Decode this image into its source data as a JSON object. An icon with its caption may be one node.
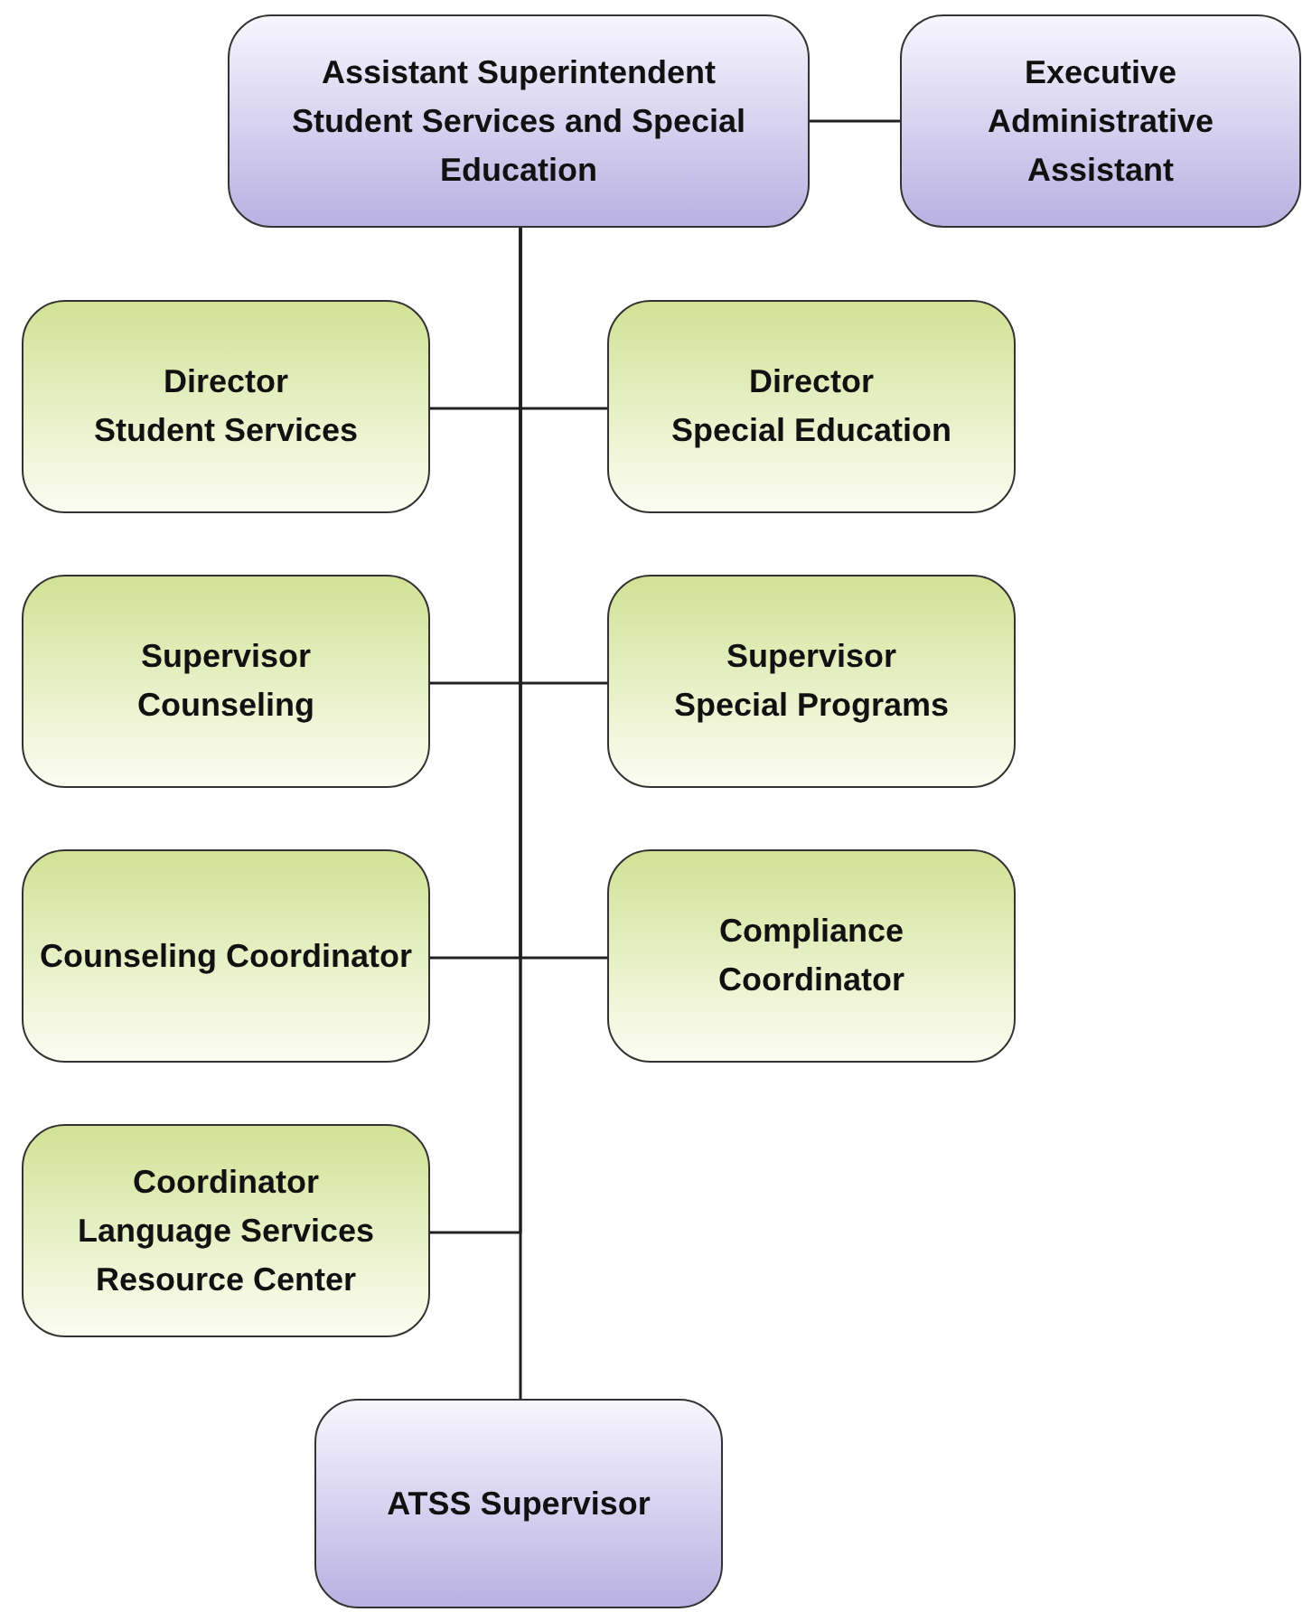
{
  "diagram": {
    "nodes": [
      {
        "text": [
          "Assistant Superintendent",
          "Student Services and Special Education"
        ]
      },
      {
        "text": [
          "Executive Administrative Assistant"
        ]
      },
      {
        "text": [
          "Director",
          "Student Services"
        ]
      },
      {
        "text": [
          "Director",
          "Special Education"
        ]
      },
      {
        "text": [
          "Supervisor",
          "Counseling"
        ]
      },
      {
        "text": [
          "Supervisor",
          "Special Programs"
        ]
      },
      {
        "text": [
          "Counseling Coordinator"
        ]
      },
      {
        "text": [
          "Compliance Coordinator"
        ]
      },
      {
        "text": [
          "Coordinator",
          "Language Services Resource Center"
        ]
      },
      {
        "text": [
          "ATSS Supervisor"
        ]
      }
    ],
    "edges": [
      {
        "from": 0,
        "to": 1,
        "arrow": "none"
      },
      {
        "from": 0,
        "to": 2,
        "arrow": "none"
      },
      {
        "from": 0,
        "to": 3,
        "arrow": "none"
      },
      {
        "from": 0,
        "to": 4,
        "arrow": "none"
      },
      {
        "from": 0,
        "to": 5,
        "arrow": "none"
      },
      {
        "from": 0,
        "to": 6,
        "arrow": "none"
      },
      {
        "from": 0,
        "to": 7,
        "arrow": "none"
      },
      {
        "from": 0,
        "to": 8,
        "arrow": "none"
      },
      {
        "from": 0,
        "to": 9,
        "arrow": "none"
      }
    ]
  }
}
